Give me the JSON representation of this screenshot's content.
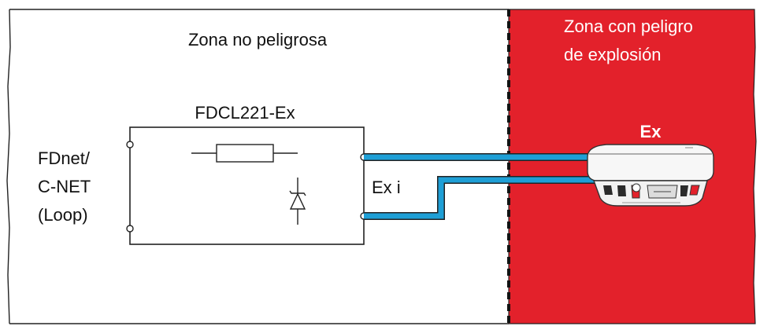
{
  "safe_zone": {
    "label": "Zona no peligrosa"
  },
  "hazard_zone": {
    "label_line1": "Zona con peligro",
    "label_line2": "de explosión",
    "color": "#e3212b"
  },
  "device": {
    "name": "FDCL221-Ex"
  },
  "loop": {
    "line1": "FDnet/",
    "line2": "C-NET",
    "line3": "(Loop)"
  },
  "cable": {
    "label": "Ex i",
    "color": "#1e9fd6"
  },
  "detector": {
    "label": "Ex"
  }
}
